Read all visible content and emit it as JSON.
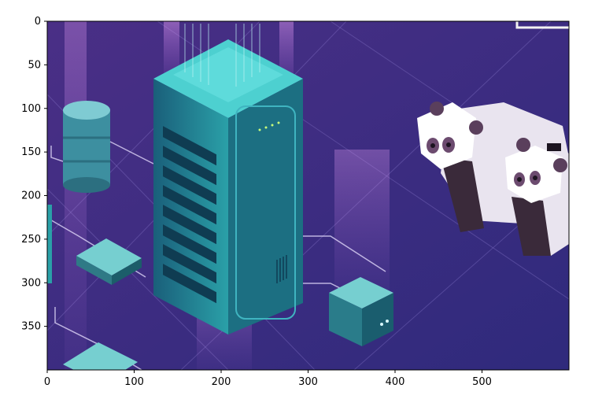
{
  "figure": {
    "colors": {
      "background": "#3b2a7a",
      "grid_line": "#8e7fd0",
      "server_body": "#1f8a9a",
      "server_top": "#4dd0d0",
      "glow": "#d07ae8",
      "panda_white": "#e9e4ef",
      "panda_dark": "#3a2a3a"
    },
    "icons": [
      "server-tower-icon",
      "database-cylinder-icon",
      "panda-icon",
      "network-node-icon"
    ]
  },
  "chart_data": {
    "type": "image",
    "xlim": [
      0,
      600
    ],
    "ylim": [
      400,
      0
    ],
    "x_ticks": [
      {
        "value": 0,
        "label": "0"
      },
      {
        "value": 100,
        "label": "100"
      },
      {
        "value": 200,
        "label": "200"
      },
      {
        "value": 300,
        "label": "300"
      },
      {
        "value": 400,
        "label": "400"
      },
      {
        "value": 500,
        "label": "500"
      }
    ],
    "y_ticks": [
      {
        "value": 0,
        "label": "0"
      },
      {
        "value": 50,
        "label": "50"
      },
      {
        "value": 100,
        "label": "100"
      },
      {
        "value": 150,
        "label": "150"
      },
      {
        "value": 200,
        "label": "200"
      },
      {
        "value": 250,
        "label": "250"
      },
      {
        "value": 300,
        "label": "300"
      },
      {
        "value": 350,
        "label": "350"
      }
    ],
    "title": "",
    "xlabel": "",
    "ylabel": ""
  }
}
